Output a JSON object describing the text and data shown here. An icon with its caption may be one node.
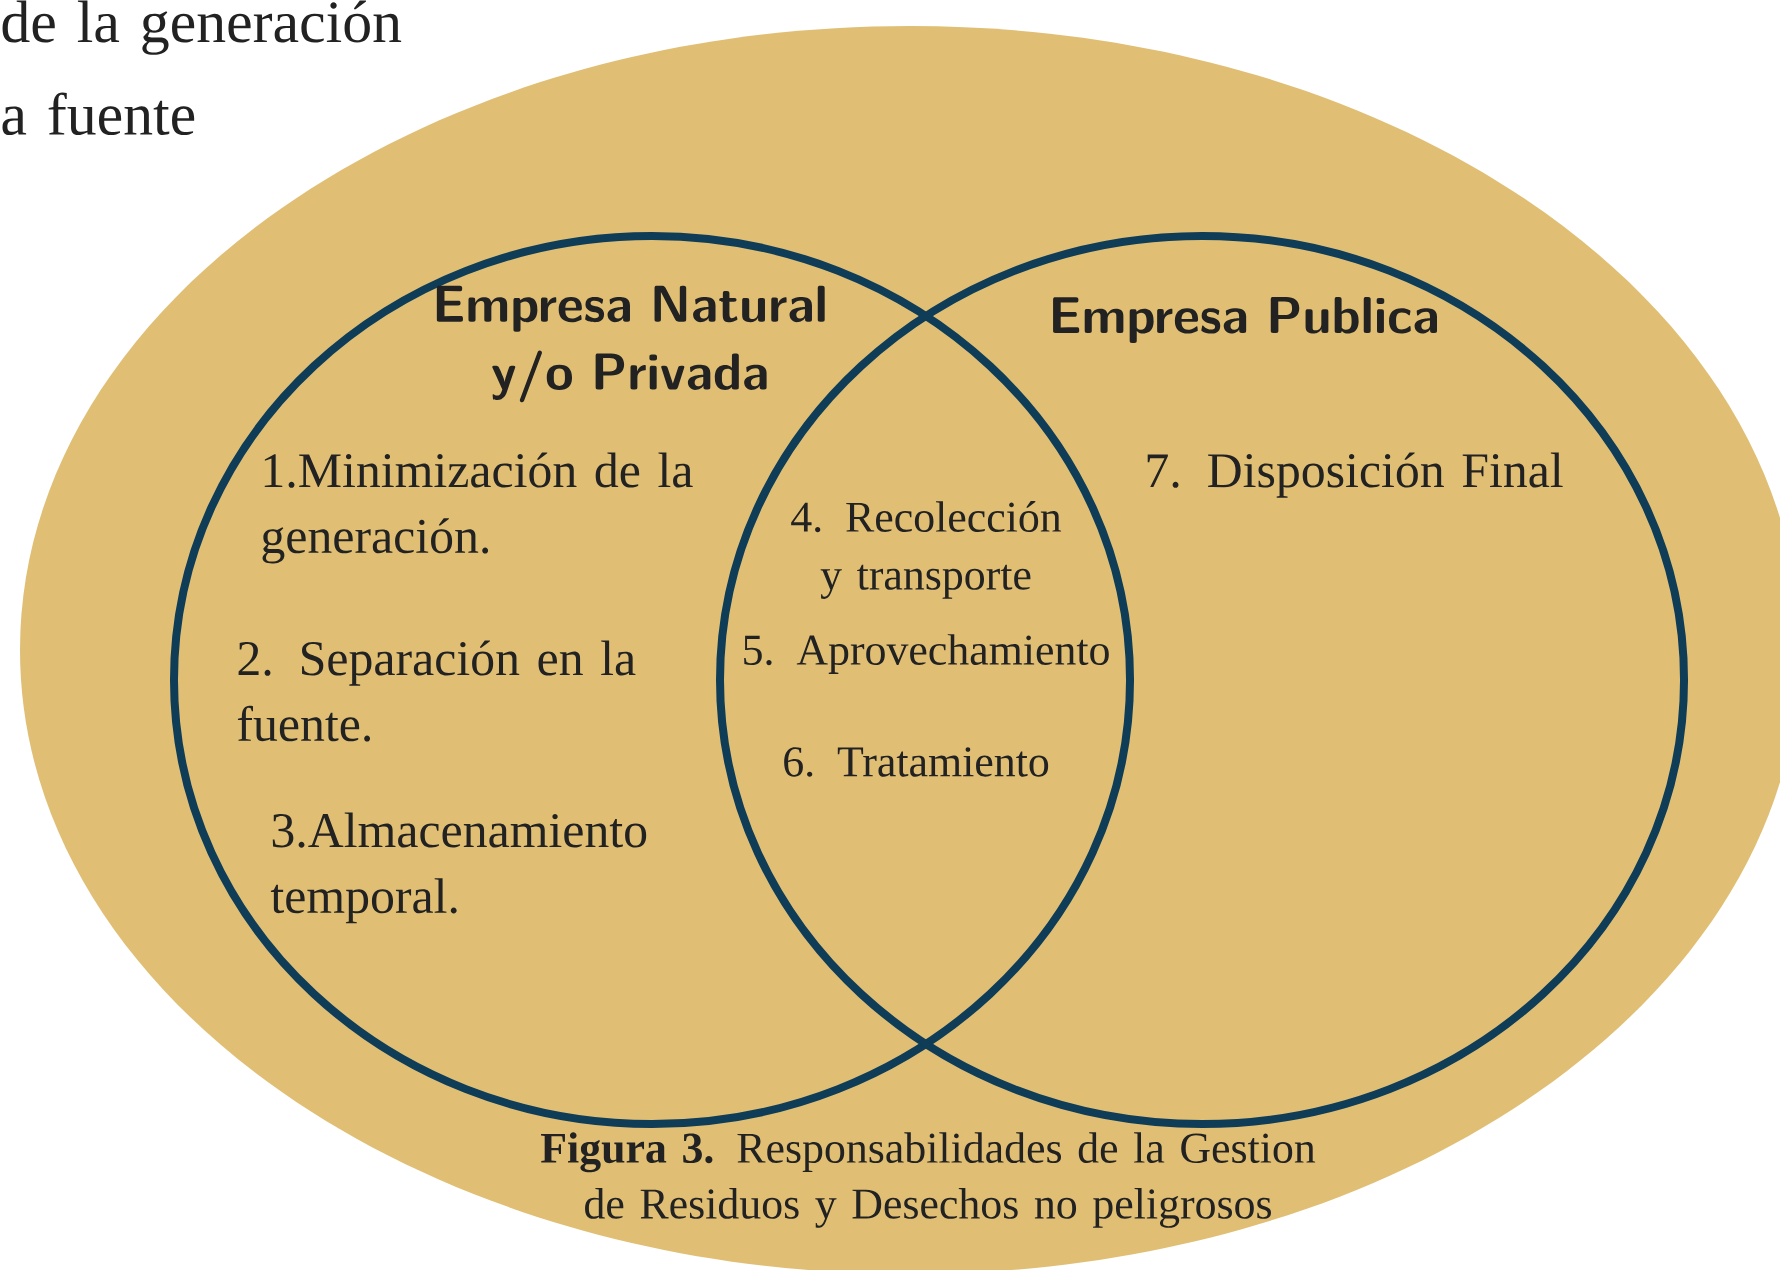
{
  "diagram": {
    "caption": "**Figura 3.** Responsabilidades de la Gestion de Residuos y Desechos no peligrosos",
    "nodes": [
      {
        "text": [
          "Empresa Natural y/o Privada",
          "1.Minimización de la generación.",
          "2. Separación en la fuente.",
          "3.Almacenamiento temporal."
        ]
      },
      {
        "text": [
          "Empresa Publica",
          "7.  Disposición Final"
        ]
      }
    ],
    "edges": [],
    "labels": [
      "de la generación",
      "a fuente",
      "4. Recolección y transporte",
      "5. Aprovechamiento",
      "6.  Tratamiento"
    ]
  }
}
